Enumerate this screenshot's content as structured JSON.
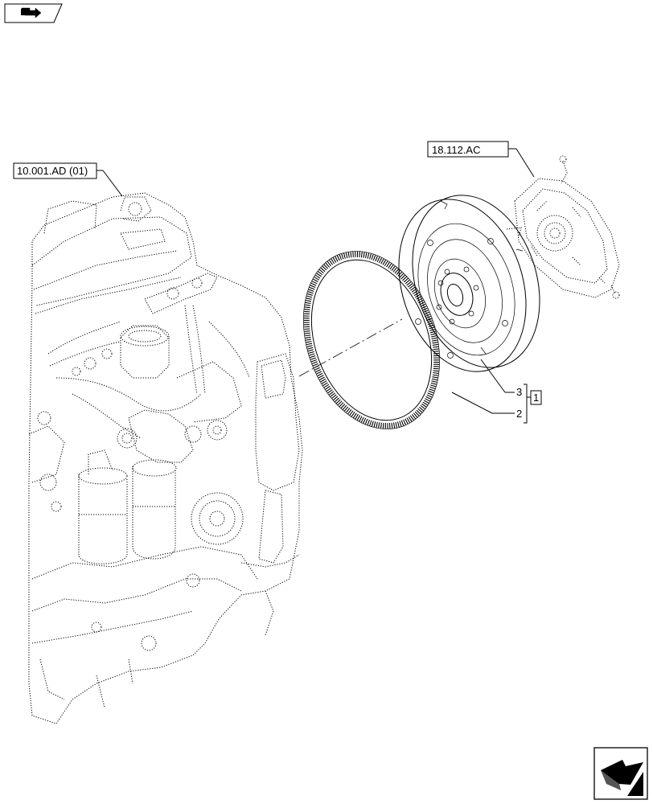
{
  "references": {
    "engine_ref": "10.001.AD (01)",
    "clutch_ref": "18.112.AC"
  },
  "callouts": {
    "item_3": "3",
    "item_2": "2",
    "kit_1": "1"
  },
  "icons": {
    "top_left": "previous-page-arrow-icon",
    "bottom_right": "next-page-arrow-icon"
  },
  "colors": {
    "line": "#000000",
    "background": "#ffffff"
  }
}
